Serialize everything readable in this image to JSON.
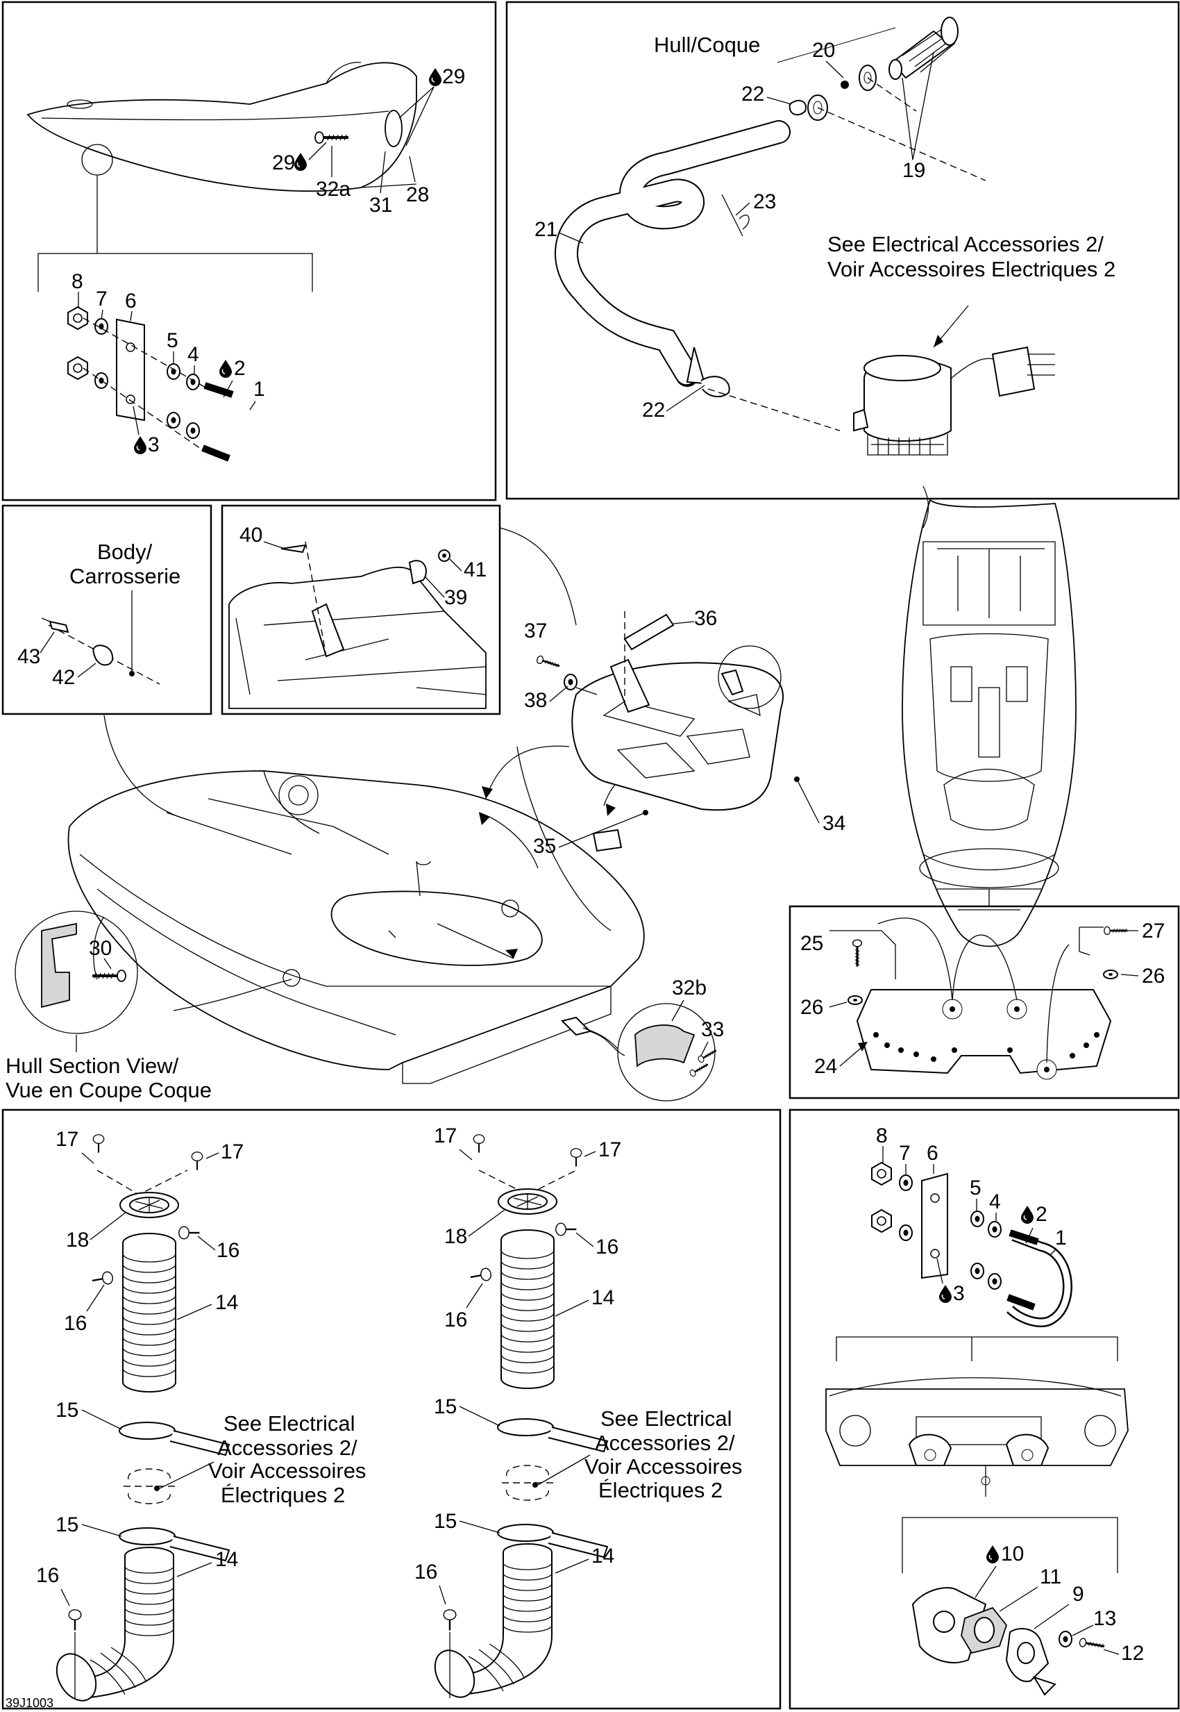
{
  "figure_code": "39J1003",
  "captions": {
    "hull_coque": "Hull/Coque",
    "see_electrical_1": "See Electrical Accessories 2/",
    "see_electrical_2": "Voir Accessoires Electriques 2",
    "body_1": "Body/",
    "body_2": "Carrosserie",
    "hull_section_1": "Hull Section View/",
    "hull_section_2": "Vue en Coupe Coque",
    "see_elec_a1": "See Electrical",
    "see_elec_a2": "Accessories 2/",
    "see_elec_a3": "Voir Accessoires",
    "see_elec_a4": "Électriques 2"
  },
  "callouts": {
    "n1": "1",
    "n2": "2",
    "n3": "3",
    "n4": "4",
    "n5": "5",
    "n6": "6",
    "n7": "7",
    "n8": "8",
    "n9": "9",
    "n10": "10",
    "n11": "11",
    "n12": "12",
    "n13": "13",
    "n14": "14",
    "n15": "15",
    "n16": "16",
    "n17": "17",
    "n18": "18",
    "n19": "19",
    "n20": "20",
    "n21": "21",
    "n22": "22",
    "n23": "23",
    "n24": "24",
    "n25": "25",
    "n26": "26",
    "n27": "27",
    "n28": "28",
    "n29": "29",
    "n30": "30",
    "n31": "31",
    "n32a": "32a",
    "n32b": "32b",
    "n33": "33",
    "n34": "34",
    "n35": "35",
    "n36": "36",
    "n37": "37",
    "n38": "38",
    "n39": "39",
    "n40": "40",
    "n41": "41",
    "n42": "42",
    "n43": "43"
  },
  "icons": {
    "sealant": "drop-icon"
  }
}
